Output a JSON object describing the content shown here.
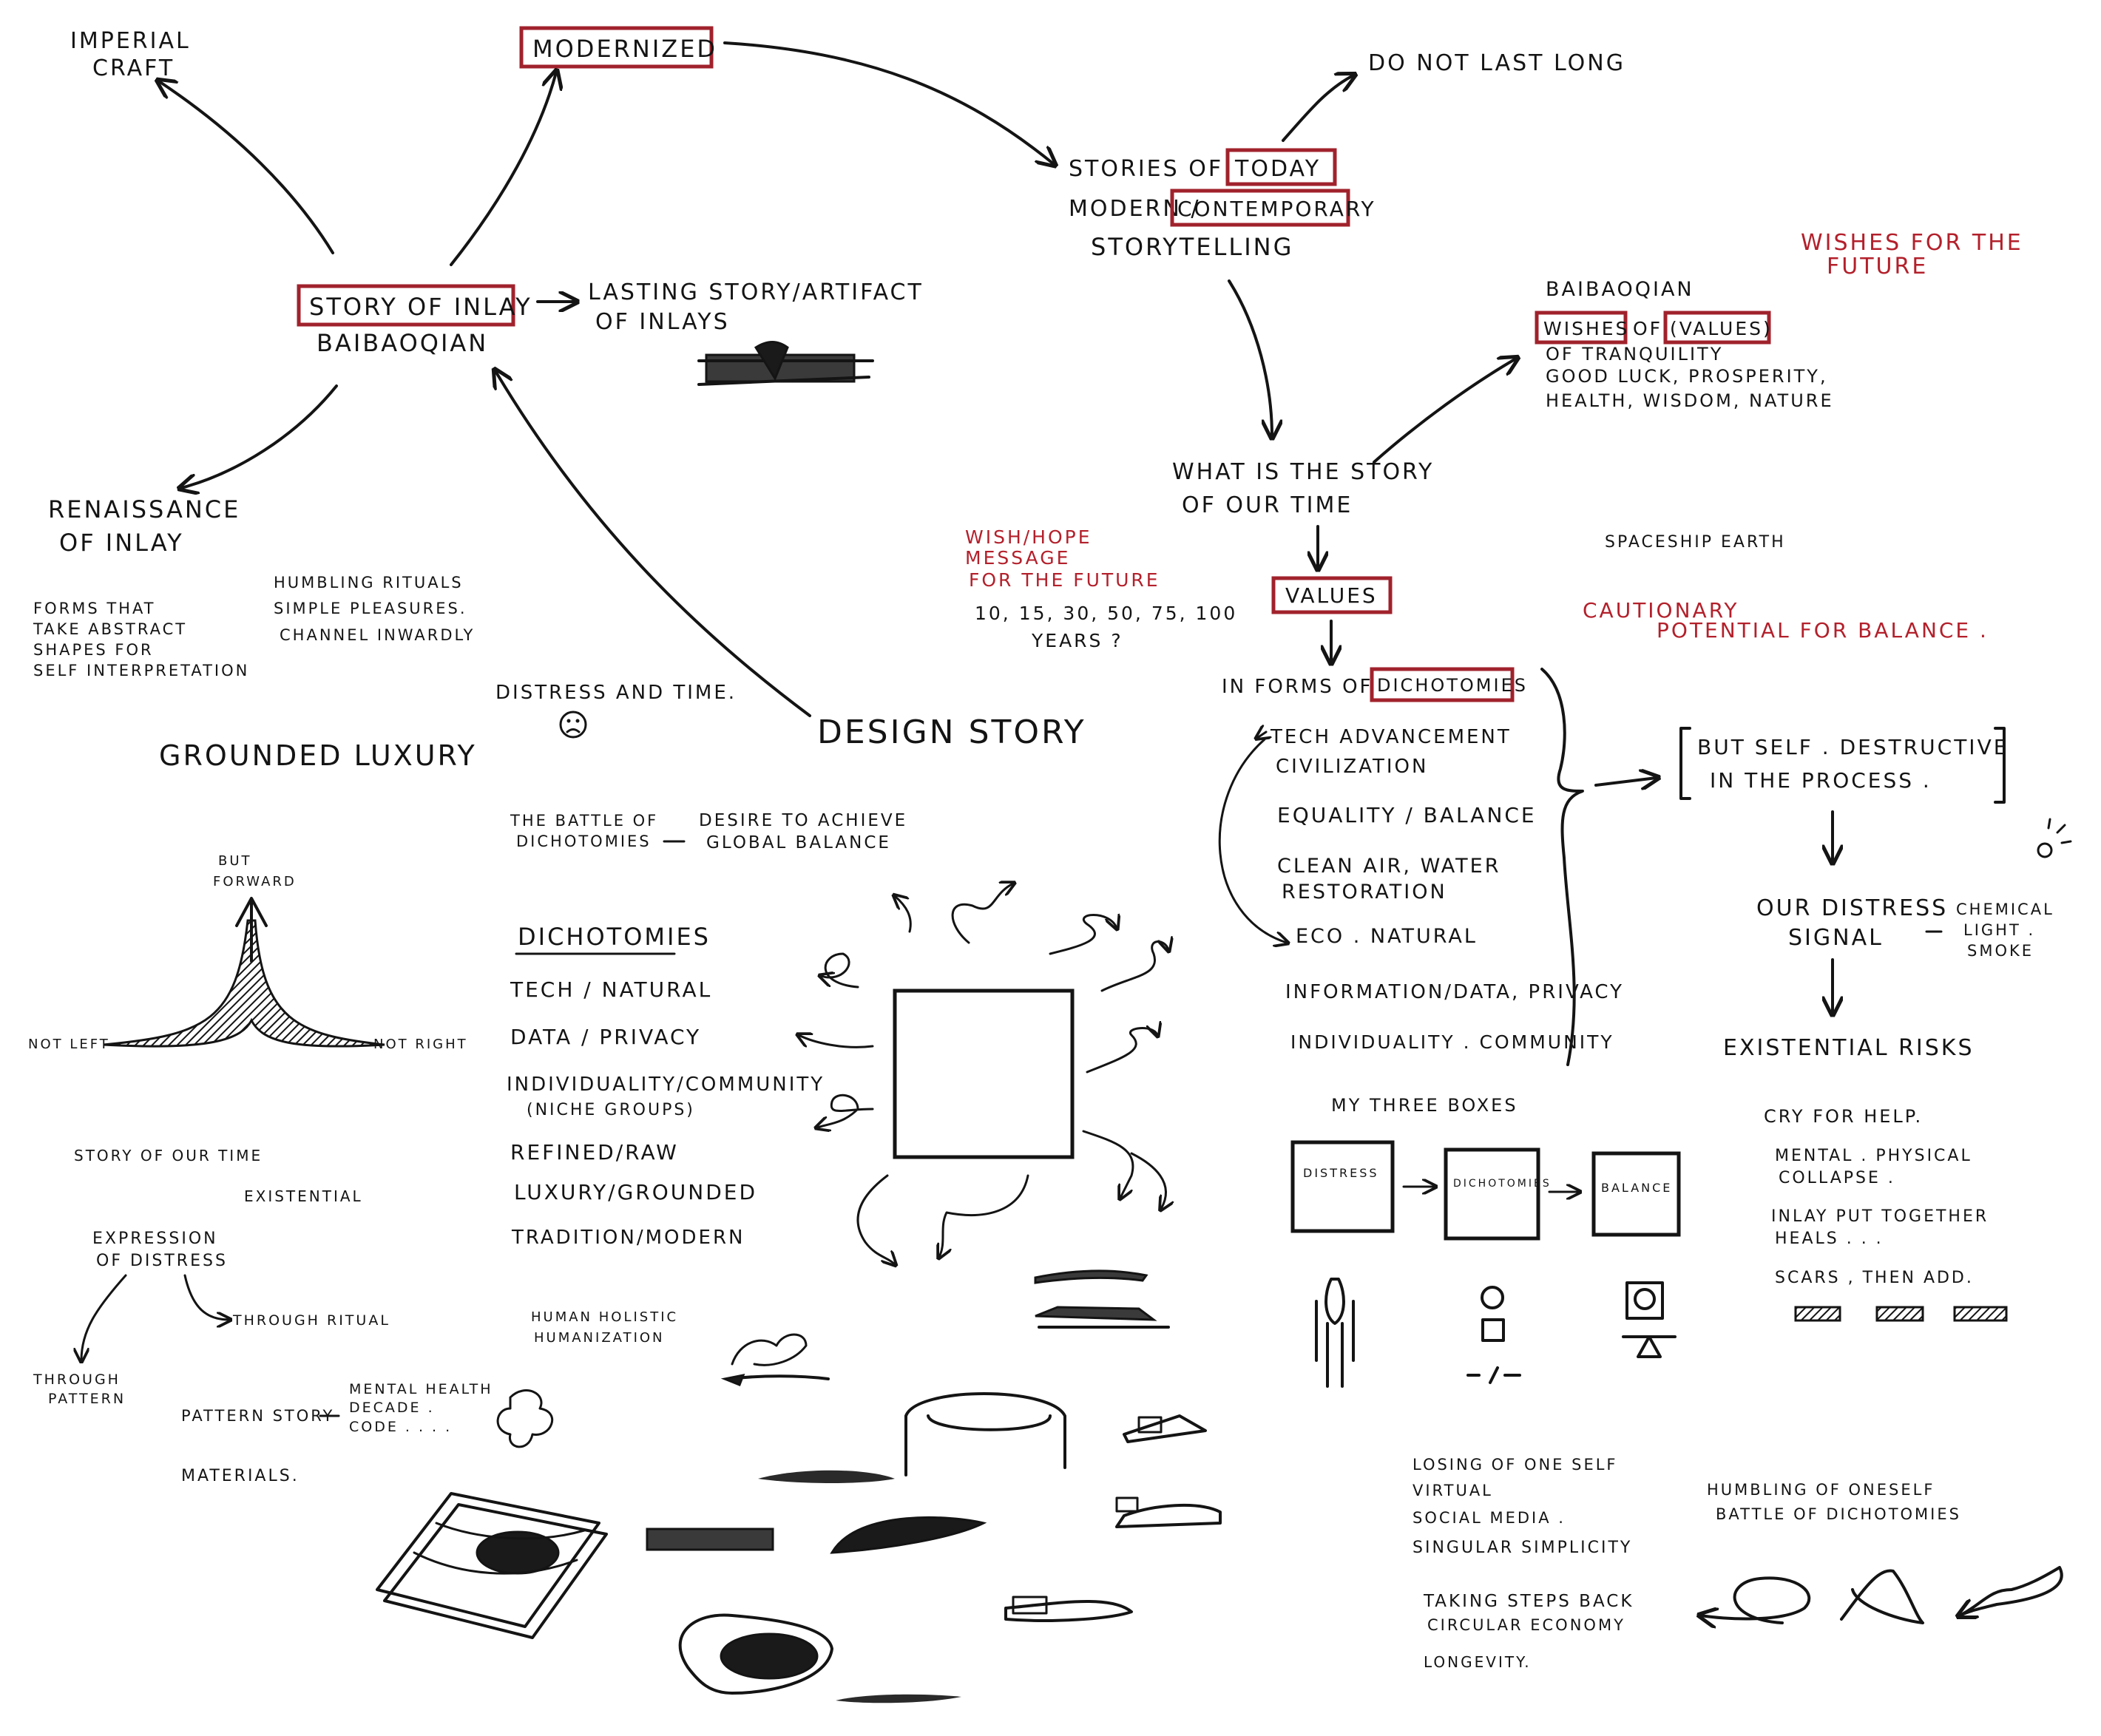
{
  "texts": {
    "imperial_craft": [
      "IMPERIAL",
      "CRAFT"
    ],
    "modernized": "MODERNIZED",
    "do_not_last_long": "DO NOT LAST LONG",
    "stories_of": "STORIES OF",
    "today": "TODAY",
    "modern": "MODERN /",
    "contemporary": "CONTEMPORARY",
    "storytelling": "STORYTELLING",
    "wishes_future": [
      "WISHES FOR THE",
      "FUTURE"
    ],
    "story_of_inlay": "STORY OF INLAY",
    "baibaoqian_left": "BAIBAOQIAN",
    "lasting_story": [
      "LASTING STORY/ARTIFACT",
      "OF INLAYS"
    ],
    "baibaoqian_right": "BAIBAOQIAN",
    "wishes": "WISHES",
    "of": "OF",
    "values_box": "(VALUES)",
    "tranquility_lines": [
      "OF TRANQUILITY",
      "GOOD LUCK, PROSPERITY,",
      "HEALTH, WISDOM, NATURE"
    ],
    "renaissance": [
      "RENAISSANCE",
      "OF INLAY"
    ],
    "what_is_story": [
      "WHAT IS THE STORY",
      "OF OUR TIME"
    ],
    "wish_hope": [
      "WISH/HOPE",
      "MESSAGE",
      "FOR THE FUTURE"
    ],
    "years": [
      "10, 15, 30, 50, 75, 100",
      "YEARS ?"
    ],
    "spaceship_earth": "SPACESHIP EARTH",
    "values": "VALUES",
    "cautionary": [
      "CAUTIONARY",
      "POTENTIAL FOR BALANCE ."
    ],
    "forms_abstract": [
      "FORMS THAT",
      "TAKE ABSTRACT",
      "SHAPES FOR",
      "SELF INTERPRETATION"
    ],
    "humbling_rituals": [
      "HUMBLING RITUALS",
      "SIMPLE PLEASURES.",
      "CHANNEL INWARDLY"
    ],
    "distress_and_time": "DISTRESS AND TIME.",
    "in_forms_of": "IN FORMS OF",
    "dichotomies_box": "DICHOTOMIES",
    "design_story": "DESIGN STORY",
    "grounded_luxury": "GROUNDED LUXURY",
    "but_forward": [
      "BUT",
      "FORWARD"
    ],
    "not_left": "NOT LEFT",
    "not_right": "NOT RIGHT",
    "dich_list": [
      "TECH ADVANCEMENT",
      "CIVILIZATION",
      "EQUALITY / BALANCE",
      "CLEAN AIR, WATER",
      "RESTORATION",
      "ECO . NATURAL",
      "INFORMATION/DATA, PRIVACY",
      "INDIVIDUALITY . COMMUNITY"
    ],
    "self_destructive": [
      "BUT SELF . DESTRUCTIVE",
      "IN THE PROCESS ."
    ],
    "battle": [
      "THE BATTLE OF",
      "DICHOTOMIES"
    ],
    "desire": [
      "DESIRE TO ACHIEVE",
      "GLOBAL BALANCE"
    ],
    "dichotomies_heading": "DICHOTOMIES",
    "dich_pairs": [
      "TECH / NATURAL",
      "DATA / PRIVACY",
      "INDIVIDUALITY/COMMUNITY",
      "(NICHE GROUPS)",
      "REFINED/RAW",
      "LUXURY/GROUNDED",
      "TRADITION/MODERN"
    ],
    "distress_signal": [
      "OUR DISTRESS",
      "SIGNAL"
    ],
    "chemical": [
      "CHEMICAL",
      "LIGHT .",
      "SMOKE"
    ],
    "existential_risks": "EXISTENTIAL RISKS",
    "my_three_boxes": "MY    THREE    BOXES",
    "box_labels": [
      "DISTRESS",
      "DICHOTOMIES",
      "BALANCE"
    ],
    "cry_for_help": "CRY FOR HELP.",
    "mental_physical": [
      "MENTAL . PHYSICAL",
      "COLLAPSE ."
    ],
    "inlay_put_together": [
      "INLAY PUT TOGETHER",
      "HEALS . . ."
    ],
    "scars": "SCARS , THEN ADD.",
    "story_of_our_time": "STORY OF OUR TIME",
    "existential": "EXISTENTIAL",
    "expression_distress": [
      "EXPRESSION",
      "OF DISTRESS"
    ],
    "through_pattern": [
      "THROUGH",
      "PATTERN"
    ],
    "through_ritual": "THROUGH RITUAL",
    "human_holistic": [
      "HUMAN HOLISTIC",
      "HUMANIZATION"
    ],
    "pattern_story": "PATTERN STORY",
    "mental_health": [
      "MENTAL HEALTH",
      "DECADE .",
      "CODE . . . ."
    ],
    "materials": "MATERIALS.",
    "losing_oneself": [
      "LOSING OF ONE SELF",
      "VIRTUAL",
      "SOCIAL MEDIA .",
      "SINGULAR SIMPLICITY"
    ],
    "taking_steps": [
      "TAKING STEPS BACK",
      "CIRCULAR ECONOMY"
    ],
    "longevity": "LONGEVITY.",
    "humbling_oneself": [
      "HUMBLING OF ONESELF",
      "BATTLE OF DICHOTOMIES"
    ]
  }
}
